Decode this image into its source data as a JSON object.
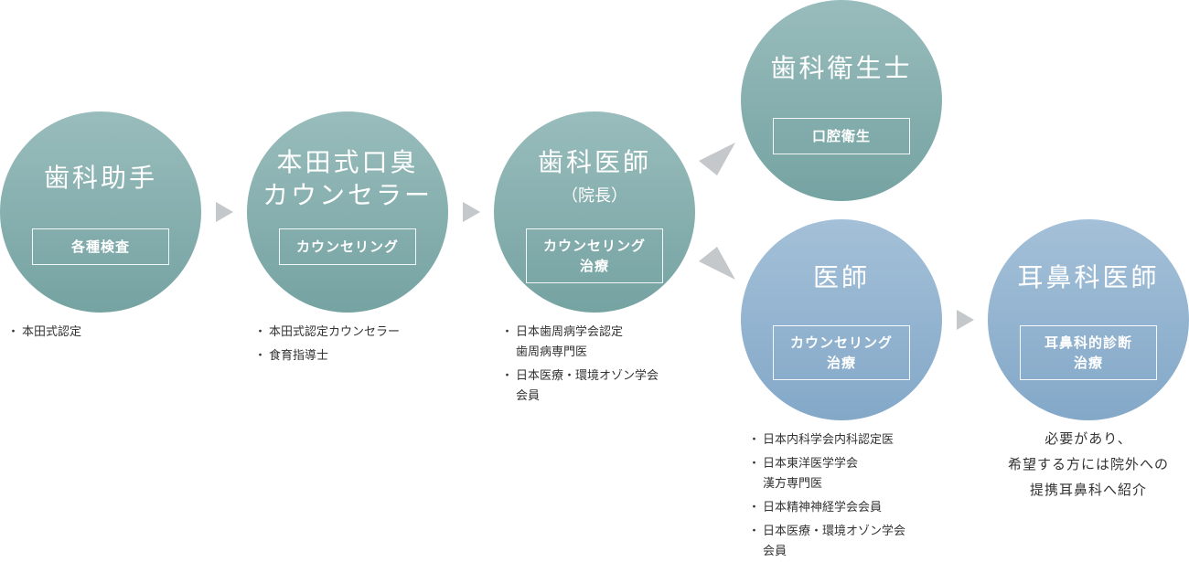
{
  "nodes": {
    "assistant": {
      "title": "歯科助手",
      "box": "各種検査",
      "quals": [
        "本田式認定"
      ]
    },
    "counselor": {
      "title": "本田式口臭\nカウンセラー",
      "box": "カウンセリング",
      "quals": [
        "本田式認定カウンセラー",
        "食育指導士"
      ]
    },
    "dentist": {
      "title": "歯科医師",
      "subtitle": "（院長）",
      "box": "カウンセリング\n治療",
      "quals": [
        "日本歯周病学会認定\n歯周病専門医",
        "日本医療・環境オゾン学会\n会員"
      ]
    },
    "hygienist": {
      "title": "歯科衛生士",
      "box": "口腔衛生"
    },
    "physician": {
      "title": "医師",
      "box": "カウンセリング\n治療",
      "quals": [
        "日本内科学会内科認定医",
        "日本東洋医学学会\n漢方専門医",
        "日本精神神経学会会員",
        "日本医療・環境オゾン学会\n会員"
      ]
    },
    "ent": {
      "title": "耳鼻科医師",
      "box": "耳鼻科的診断\n治療",
      "note": "必要があり、\n希望する方には院外への\n提携耳鼻科へ紹介"
    }
  },
  "bullet": "・",
  "colors": {
    "teal": "#75a3a2",
    "blue": "#83a8c8",
    "arrow": "#c4c8cb",
    "text": "#333333"
  }
}
